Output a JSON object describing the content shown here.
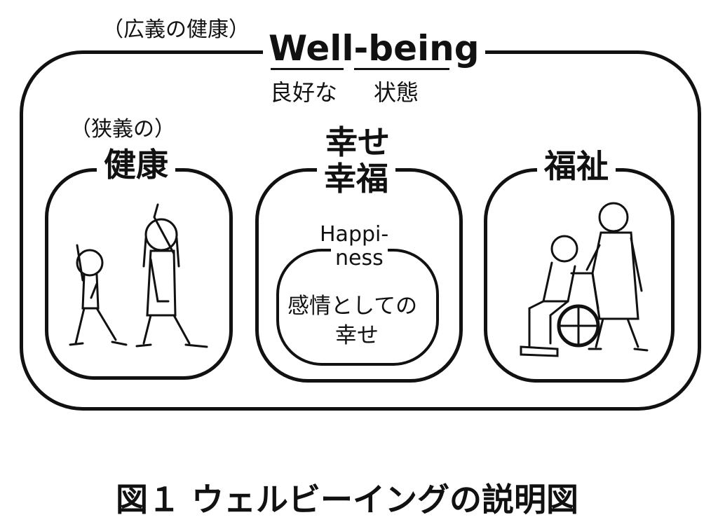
{
  "outer": {
    "prefix": "（広義の健康）",
    "title": "Well-being",
    "word1_gloss": "良好な",
    "word2_gloss": "状態"
  },
  "health": {
    "prefix": "（狭義の）",
    "title": "健康",
    "illustration": "two-people-stretching"
  },
  "happiness": {
    "title_line1": "幸せ",
    "title_line2": "幸福",
    "inner_label_line1": "Happi-",
    "inner_label_line2": "ness",
    "inner_text_line1": "感情としての",
    "inner_text_line2": "幸せ"
  },
  "welfare": {
    "title": "福祉",
    "illustration": "caregiver-pushing-wheelchair"
  },
  "caption": "図１ ウェルビーイングの説明図"
}
